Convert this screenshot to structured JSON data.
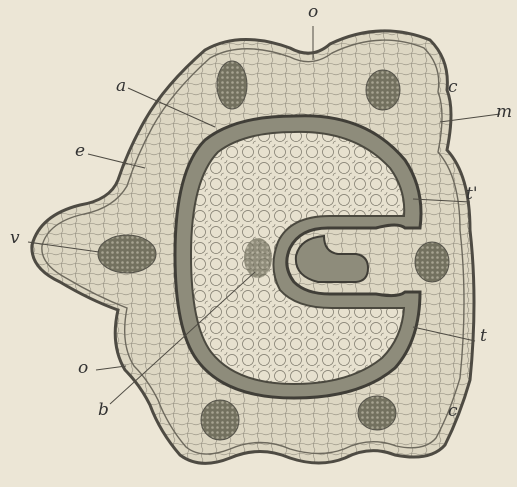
{
  "labels": {
    "o_top": "o",
    "a": "a",
    "c_top": "c",
    "m": "m",
    "e": "e",
    "t_prime": "t'",
    "v": "v",
    "t": "t",
    "o_bottom": "o",
    "b": "b",
    "c_bottom": "c"
  },
  "colors": {
    "background": "#ece6d6",
    "ink": "#4e4b43",
    "tissue_fill": "#d9d4c0",
    "inner_fill": "#e3ddcb",
    "bundle_fill": "#6b6a5a",
    "band_fill": "#8c8a79"
  }
}
